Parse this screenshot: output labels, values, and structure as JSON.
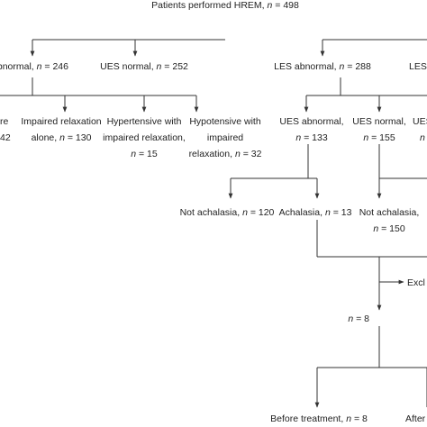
{
  "root": {
    "text": "Patients performed HREM, ",
    "n_sym": "n",
    "n_val": " = 498"
  },
  "ues_abn": {
    "text": "bnormal, ",
    "n_sym": "n",
    "n_val": " = 246"
  },
  "ues_norm": {
    "text": "UES normal, ",
    "n_sym": "n",
    "n_val": " = 252"
  },
  "les_abn": {
    "text": "LES abnormal, ",
    "n_sym": "n",
    "n_val": " = 288"
  },
  "les_cut": {
    "text": "LES"
  },
  "left_cut": {
    "line1": "re",
    "line2": "42"
  },
  "impaired": {
    "line1": "Impaired relaxation",
    "line2_text": "alone, ",
    "n_sym": "n",
    "n_val": " = 130"
  },
  "hypertensive": {
    "line1": "Hypertensive with",
    "line2": "impaired relaxation,",
    "n_sym": "n",
    "n_val": " = 15"
  },
  "hypotensive": {
    "line1": "Hypotensive with",
    "line2": "impaired",
    "line3_text": "relaxation, ",
    "n_sym": "n",
    "n_val": " = 32"
  },
  "ues_abn2": {
    "line1": "UES abnormal,",
    "n_sym": "n",
    "n_val": " = 133"
  },
  "ues_norm2": {
    "line1": "UES normal,",
    "n_sym": "n",
    "n_val": " = 155"
  },
  "ues_cut2": {
    "line1": "UES",
    "line2": "n"
  },
  "not_ach1": {
    "text": "Not achalasia, ",
    "n_sym": "n",
    "n_val": " = 120"
  },
  "achalasia": {
    "text": "Achalasia, ",
    "n_sym": "n",
    "n_val": " = 13"
  },
  "not_ach2": {
    "line1": "Not achalasia,",
    "n_sym": "n",
    "n_val": " = 150"
  },
  "excl": {
    "text": "Excl"
  },
  "n8": {
    "n_sym": "n",
    "n_val": " = 8"
  },
  "before": {
    "text": "Before treatment, ",
    "n_sym": "n",
    "n_val": " = 8"
  },
  "after": {
    "text": "After"
  }
}
